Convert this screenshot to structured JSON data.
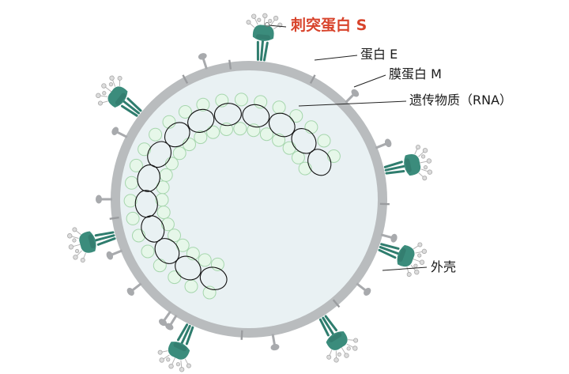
{
  "labels": {
    "spike": "刺突蛋白 S",
    "envelope": "蛋白 E",
    "membrane": "膜蛋白 M",
    "rna": "遗传物质（RNA）",
    "shell": "外壳"
  },
  "colors": {
    "spike_label": "#d8432b",
    "spike_protein": "#3b8c7c",
    "shell_outer": "#b9bcbe",
    "shell_inner": "#e9f1f3",
    "rna_bead_fill": "#e6f7e9",
    "rna_bead_stroke": "#a6d6ad",
    "membrane_protein": "#a8aaad"
  },
  "icons": {
    "spike": "spike-protein-icon",
    "membrane": "membrane-protein-icon",
    "envelope": "envelope-protein-icon"
  }
}
